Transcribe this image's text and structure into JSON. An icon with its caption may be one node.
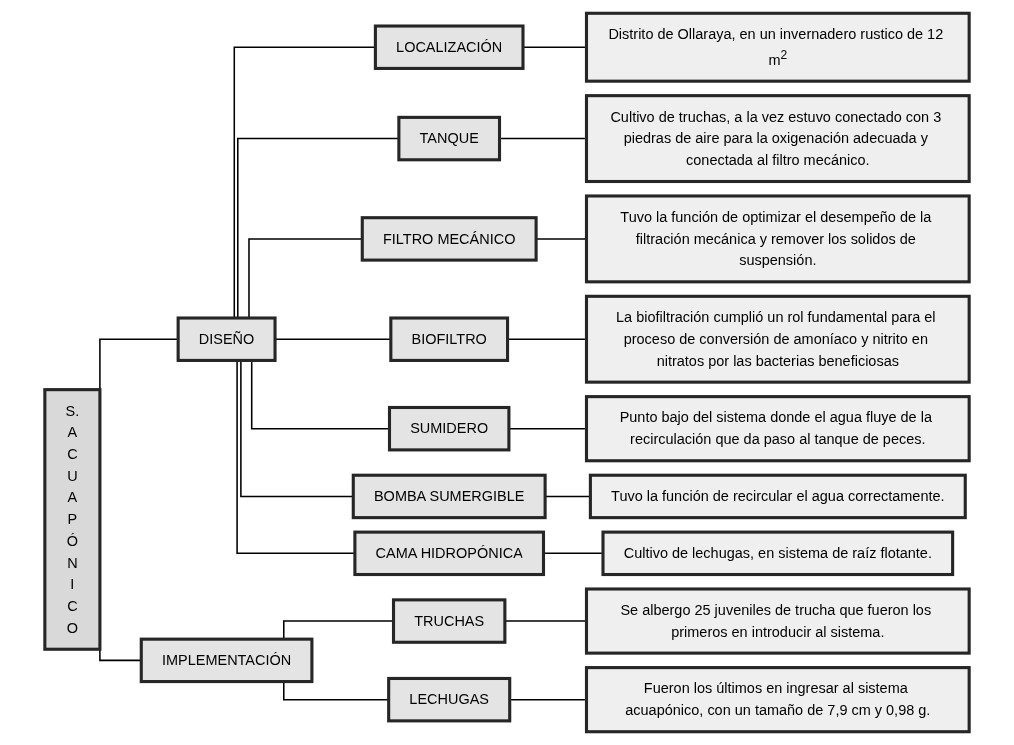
{
  "diagram": {
    "nodes": [
      {
        "text": [
          "S. A C U A P Ó N I C O"
        ]
      },
      {
        "text": [
          "DISEÑO"
        ]
      },
      {
        "text": [
          "LOCALIZACIÓN"
        ]
      },
      {
        "text": [
          "Distrito de Ollaraya, en un invernadero rustico de 12 m$^{2}$"
        ]
      },
      {
        "text": [
          "TANQUE"
        ]
      },
      {
        "text": [
          "Cultivo de truchas, a la vez estuvo conectado con 3 piedras de aire para la oxigenación adecuada y conectada al filtro mecánico."
        ]
      },
      {
        "text": [
          "FILTRO MECÁNICO"
        ]
      },
      {
        "text": [
          "Tuvo la función de optimizar el desempeño de la filtración mecánica y remover los solidos de suspensión."
        ]
      },
      {
        "text": [
          "BIOFILTRO"
        ]
      },
      {
        "text": [
          "La biofiltración cumplió un rol fundamental para el proceso de conversión de amoníaco y nitrito en nitratos por las bacterias beneficiosas"
        ]
      },
      {
        "text": [
          "SUMIDERO"
        ]
      },
      {
        "text": [
          "Punto bajo del sistema donde el agua fluye de la recirculación que da paso al tanque de peces."
        ]
      },
      {
        "text": [
          "BOMBA SUMERGIBLE"
        ]
      },
      {
        "text": [
          "Tuvo la función de recircular el agua correctamente."
        ]
      },
      {
        "text": [
          "CAMA HIDROPÓNICA"
        ]
      },
      {
        "text": [
          "Cultivo de lechugas, en sistema de raíz flotante."
        ]
      },
      {
        "text": [
          "IMPLEMENTACIÓN"
        ]
      },
      {
        "text": [
          "TRUCHAS"
        ]
      },
      {
        "text": [
          "Se albergo 25 juveniles de trucha que fueron los primeros en introducir al sistema."
        ]
      },
      {
        "text": [
          "LECHUGAS"
        ]
      },
      {
        "text": [
          "Fueron los últimos en ingresar al sistema acuapónico, con un tamaño de 7,9 cm y 0,98 g."
        ]
      }
    ],
    "edges": [
      {
        "from": 0,
        "to": 1,
        "arrow": "none"
      },
      {
        "from": 0,
        "to": 16,
        "arrow": "none"
      },
      {
        "from": 1,
        "to": 2,
        "arrow": "none"
      },
      {
        "from": 1,
        "to": 4,
        "arrow": "none"
      },
      {
        "from": 1,
        "to": 6,
        "arrow": "none"
      },
      {
        "from": 1,
        "to": 8,
        "arrow": "none"
      },
      {
        "from": 1,
        "to": 10,
        "arrow": "none"
      },
      {
        "from": 1,
        "to": 12,
        "arrow": "none"
      },
      {
        "from": 1,
        "to": 14,
        "arrow": "none"
      },
      {
        "from": 2,
        "to": 3,
        "arrow": "none"
      },
      {
        "from": 4,
        "to": 5,
        "arrow": "none"
      },
      {
        "from": 6,
        "to": 7,
        "arrow": "none"
      },
      {
        "from": 8,
        "to": 9,
        "arrow": "none"
      },
      {
        "from": 10,
        "to": 11,
        "arrow": "none"
      },
      {
        "from": 12,
        "to": 13,
        "arrow": "none"
      },
      {
        "from": 14,
        "to": 15,
        "arrow": "none"
      },
      {
        "from": 16,
        "to": 17,
        "arrow": "none"
      },
      {
        "from": 16,
        "to": 19,
        "arrow": "none"
      },
      {
        "from": 17,
        "to": 18,
        "arrow": "none"
      },
      {
        "from": 19,
        "to": 20,
        "arrow": "none"
      }
    ]
  }
}
